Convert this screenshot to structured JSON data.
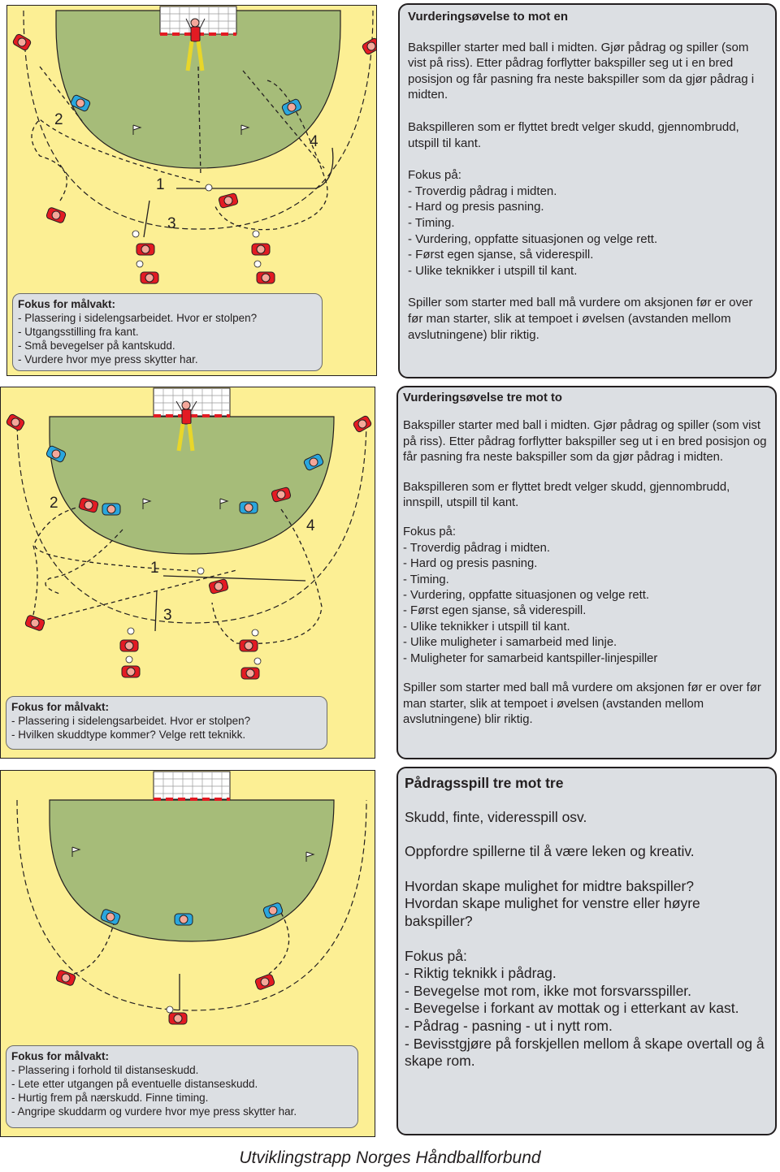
{
  "colors": {
    "court": "#fcef94",
    "goal_area": "#a6bc79",
    "text_box": "#dcdfe3",
    "attacker": "#e31b23",
    "defender": "#2aa6dd",
    "goalkeeper": "#e31b23"
  },
  "drill1": {
    "numbers": {
      "n1": "1",
      "n2": "2",
      "n3": "3",
      "n4": "4"
    },
    "gk": {
      "title": "Fokus for målvakt:",
      "items": [
        "- Plassering i sidelengsarbeidet. Hvor er stolpen?",
        "- Utgangsstilling fra kant.",
        "- Små bevegelser på kantskudd.",
        "- Vurdere hvor mye press skytter har."
      ]
    },
    "text": {
      "title": "Vurderingsøvelse to mot en",
      "p1": "Bakspiller starter med ball i midten. Gjør pådrag og spiller (som vist på riss). Etter pådrag forflytter bakspiller seg ut i en bred posisjon og får pasning fra neste bakspiller som da gjør pådrag i midten.",
      "p2": "Bakspilleren som er flyttet bredt velger skudd, gjennombrudd, utspill til kant.",
      "focus_title": "Fokus på:",
      "focus": [
        "- Troverdig pådrag i midten.",
        "- Hard og presis pasning.",
        "- Timing.",
        "- Vurdering, oppfatte situasjonen og velge rett.",
        "- Først egen sjanse, så viderespill.",
        "- Ulike teknikker i utspill til kant."
      ],
      "p3": "Spiller som starter med ball må vurdere om aksjonen før er over før man starter, slik at tempoet i øvelsen (avstanden mellom avslutningene) blir riktig."
    }
  },
  "drill2": {
    "numbers": {
      "n1": "1",
      "n2": "2",
      "n3": "3",
      "n4": "4"
    },
    "gk": {
      "title": "Fokus for målvakt:",
      "items": [
        "- Plassering i sidelengsarbeidet. Hvor er stolpen?",
        "- Hvilken skuddtype kommer? Velge rett teknikk."
      ]
    },
    "text": {
      "title": "Vurderingsøvelse tre mot to",
      "p1": "Bakspiller starter med ball i midten. Gjør pådrag og spiller (som vist på riss). Etter pådrag forflytter bakspiller seg ut i en bred posisjon og får pasning fra neste bakspiller som da gjør pådrag i midten.",
      "p2": "Bakspilleren som er flyttet bredt velger skudd, gjennombrudd, innspill, utspill til kant.",
      "focus_title": "Fokus på:",
      "focus": [
        "- Troverdig pådrag i midten.",
        "- Hard og presis pasning.",
        "- Timing.",
        "- Vurdering, oppfatte situasjonen og velge rett.",
        "- Først egen sjanse, så viderespill.",
        "- Ulike teknikker i utspill til kant.",
        "- Ulike muligheter i samarbeid med linje.",
        "- Muligheter for samarbeid kantspiller-linjespiller"
      ],
      "p3": "Spiller som starter med ball må vurdere om aksjonen før er over før man starter, slik at tempoet i øvelsen (avstanden mellom avslutningene) blir riktig."
    }
  },
  "drill3": {
    "gk": {
      "title": "Fokus for målvakt:",
      "items": [
        "- Plassering i forhold til distanseskudd.",
        "- Lete etter utgangen på eventuelle distanseskudd.",
        "- Hurtig frem på nærskudd. Finne timing.",
        "- Angripe skuddarm og vurdere hvor mye press skytter har."
      ]
    },
    "text": {
      "title": "Pådragsspill tre mot tre",
      "p1": "Skudd, finte, videresspill osv.",
      "p2": "Oppfordre spillerne til å være leken og kreativ.",
      "p3a": "Hvordan skape mulighet for midtre bakspiller?",
      "p3b": "Hvordan skape mulighet for venstre eller høyre bakspiller?",
      "focus_title": "Fokus på:",
      "focus": [
        "- Riktig teknikk i pådrag.",
        "- Bevegelse mot rom, ikke mot forsvarsspiller.",
        "- Bevegelse i forkant av mottak og i etterkant av kast.",
        "- Pådrag - pasning - ut i nytt rom.",
        "- Bevisstgjøre på forskjellen mellom å skape overtall og å skape rom."
      ]
    }
  },
  "footer": "Utviklingstrapp Norges Håndballforbund"
}
